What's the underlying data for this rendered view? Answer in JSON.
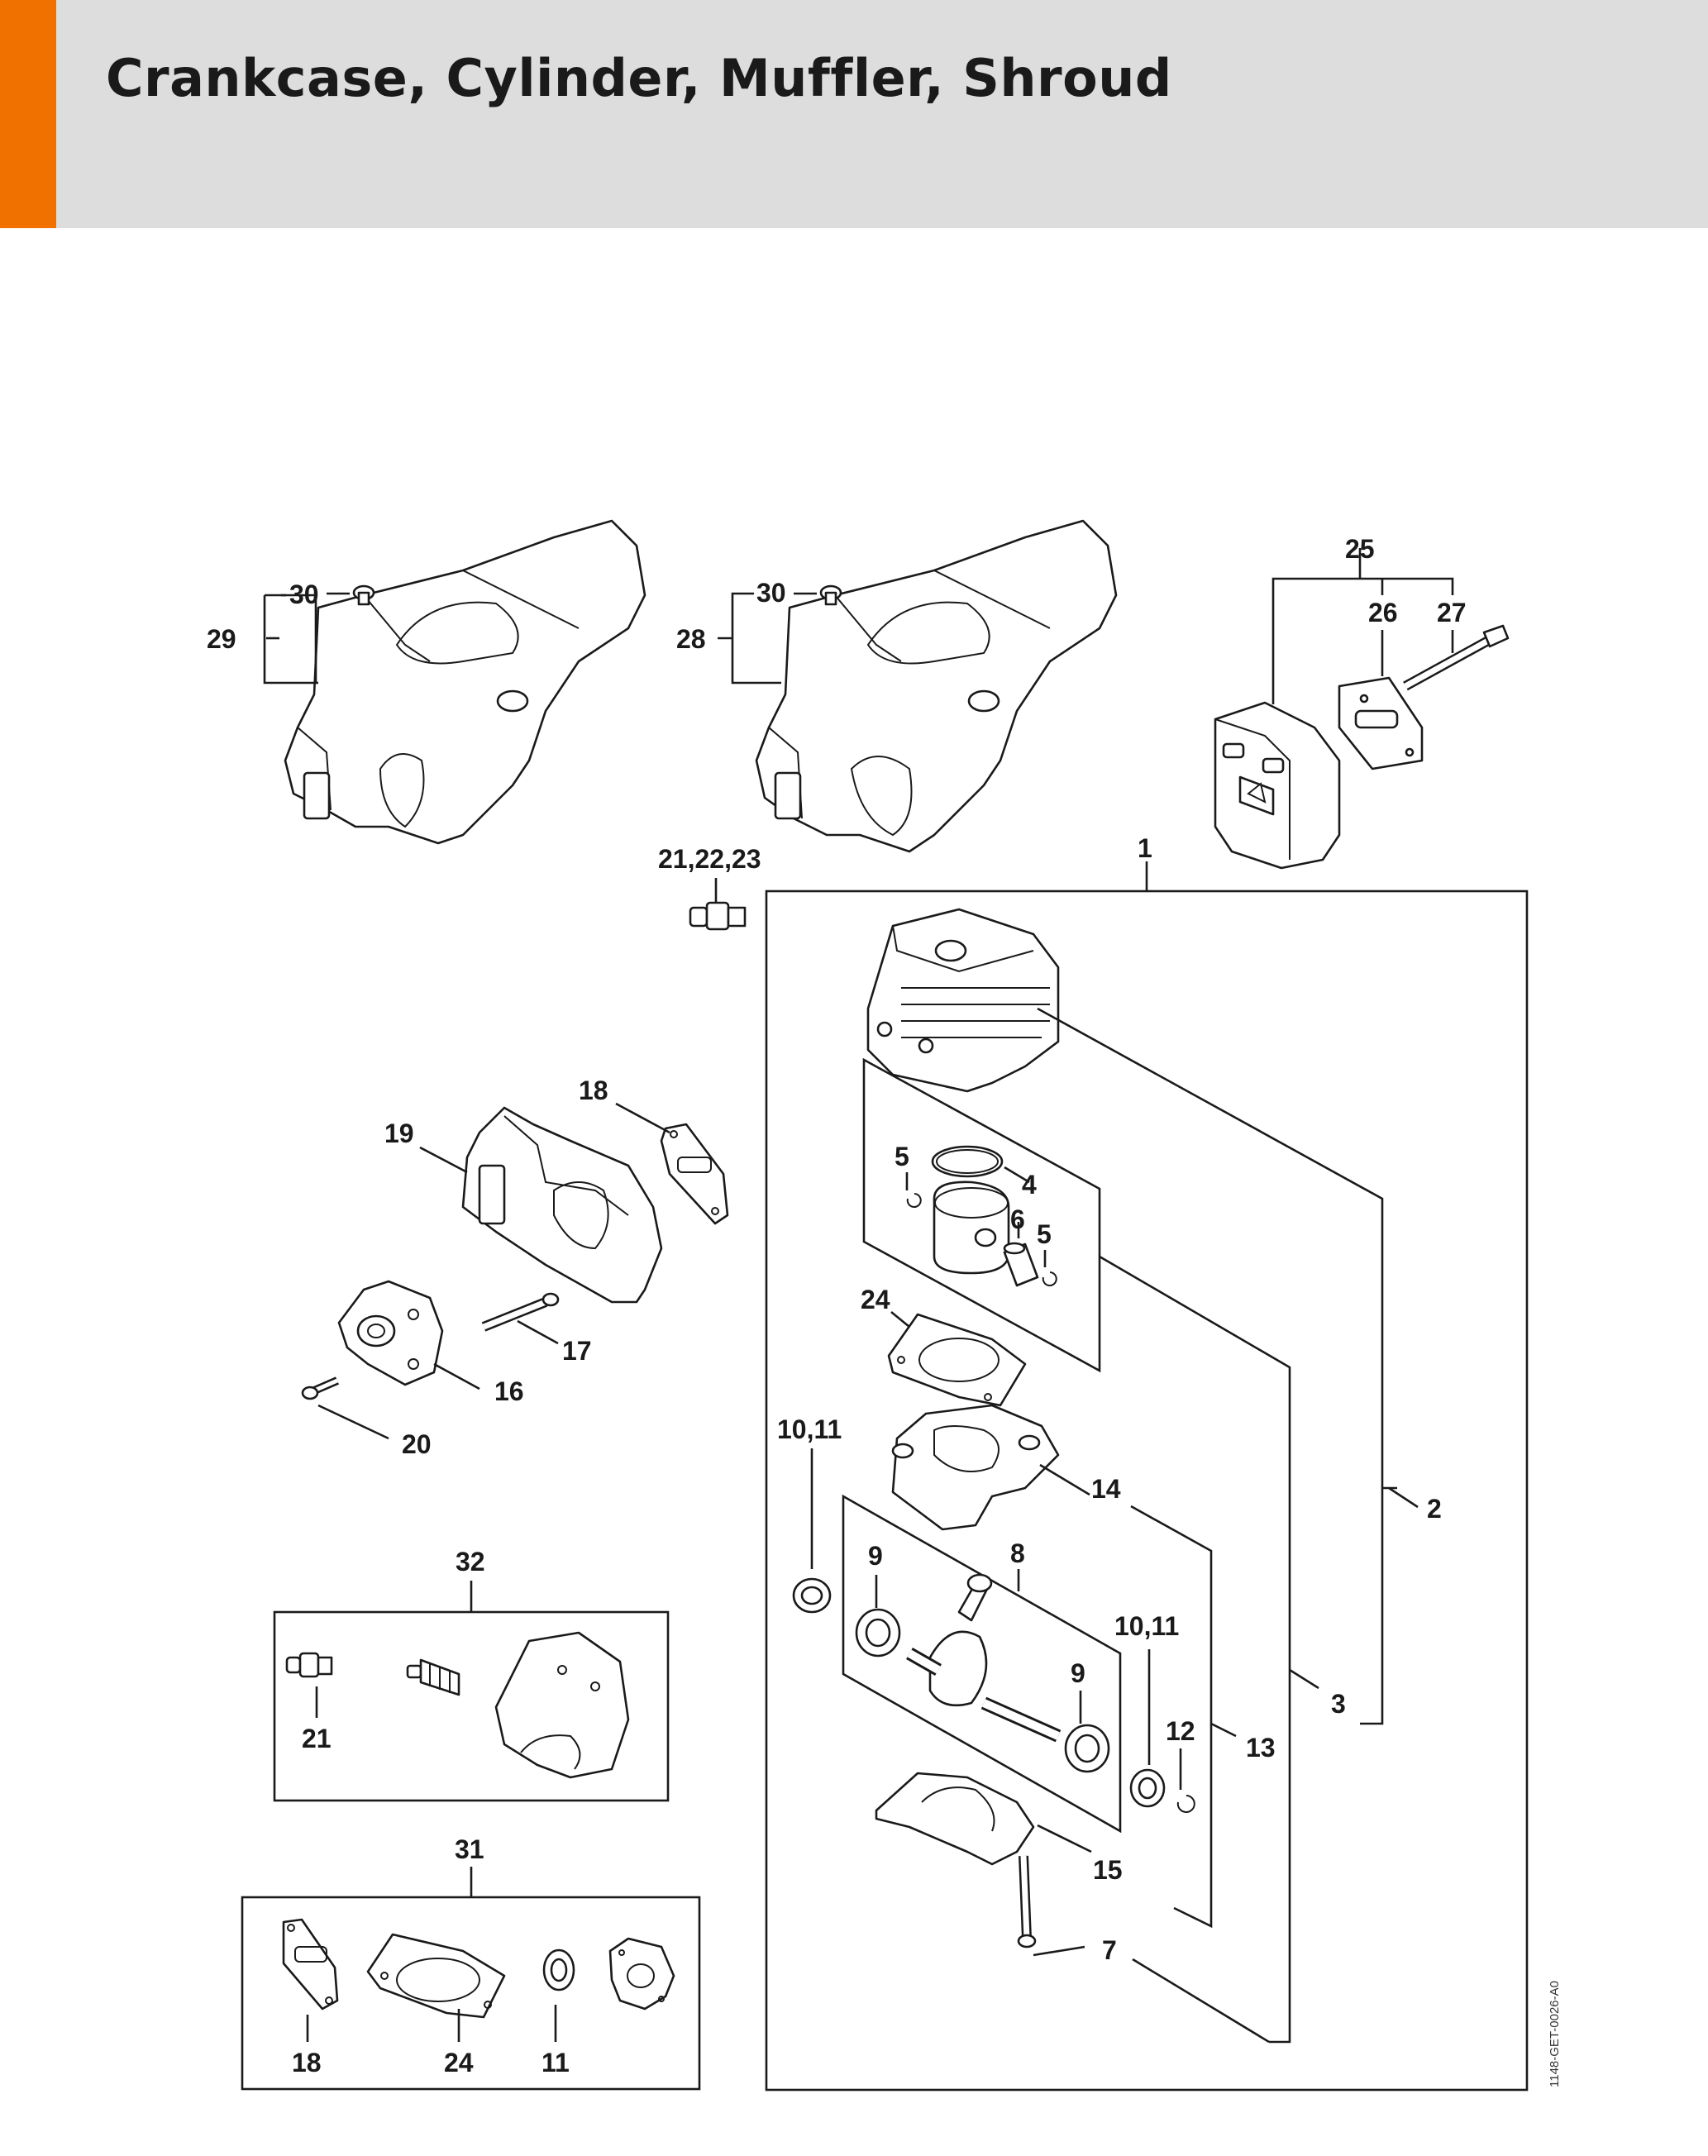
{
  "page": {
    "title": "Crankcase, Cylinder, Muffler, Shroud",
    "accent_color": "#f07000",
    "header_bg": "#dcdddc",
    "drawing_code": "1148-GET-0026-A0"
  },
  "labels": {
    "l1": "1",
    "l2": "2",
    "l3": "3",
    "l4": "4",
    "l5a": "5",
    "l5b": "5",
    "l6": "6",
    "l7": "7",
    "l8": "8",
    "l9a": "9",
    "l9b": "9",
    "l10a": "10,11",
    "l10b": "10,11",
    "l12": "12",
    "l13": "13",
    "l14": "14",
    "l15": "15",
    "l16": "16",
    "l17": "17",
    "l18a": "18",
    "l18b": "18",
    "l19": "19",
    "l20": "20",
    "l21a": "21,22,23",
    "l21b": "21",
    "l24a": "24",
    "l24b": "24",
    "l25": "25",
    "l26": "26",
    "l27": "27",
    "l28": "28",
    "l29": "29",
    "l30a": "30",
    "l30b": "30",
    "l31": "31",
    "l32": "32",
    "l11": "11"
  }
}
